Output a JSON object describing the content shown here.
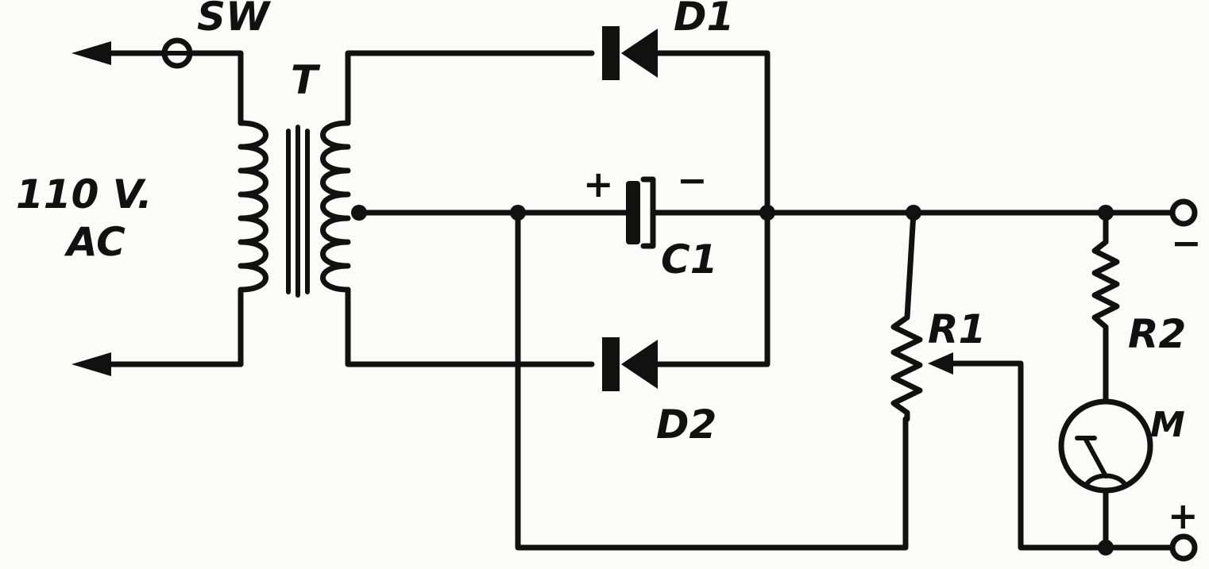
{
  "labels": {
    "switch": "SW",
    "transformer": "T",
    "input_voltage": "110 V.",
    "input_type": "AC",
    "diode1": "D1",
    "diode2": "D2",
    "capacitor": "C1",
    "cap_plus": "+",
    "cap_minus": "−",
    "resistor1": "R1",
    "resistor2": "R2",
    "meter": "M",
    "out_minus": "−",
    "out_plus": "+"
  },
  "colors": {
    "ink": "#111111",
    "paper": "#fbfbf8"
  }
}
